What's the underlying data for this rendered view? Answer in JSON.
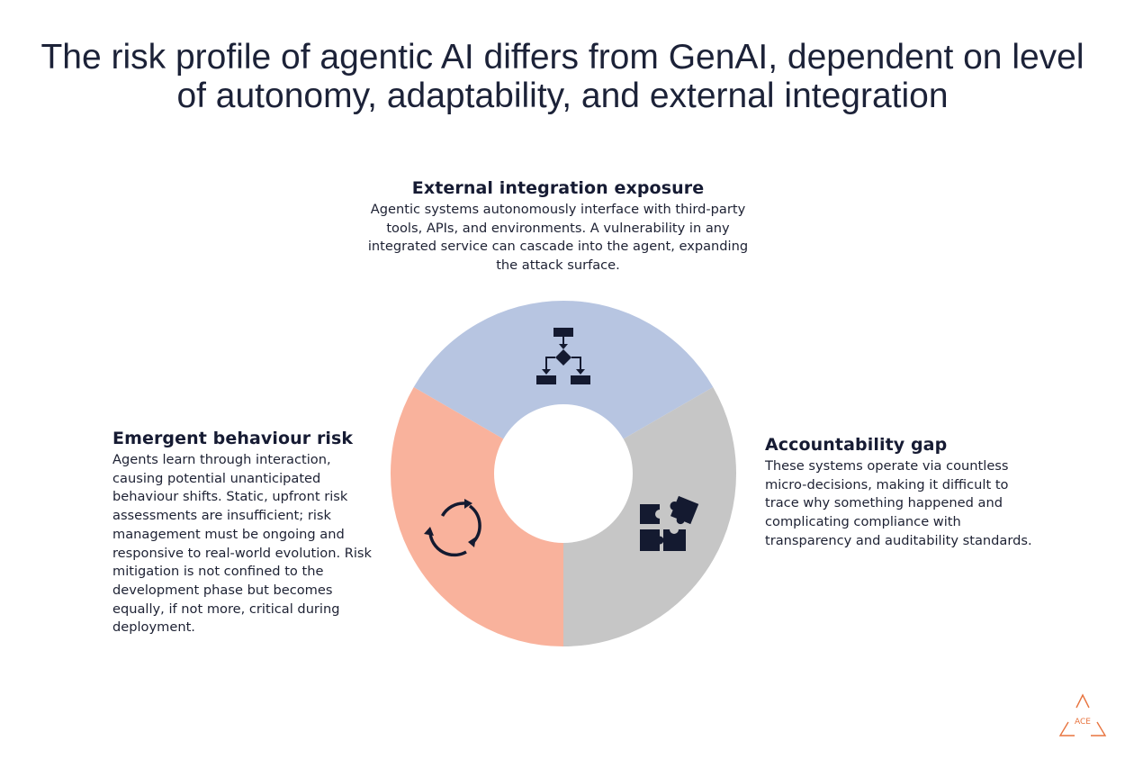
{
  "title": "The risk profile of agentic AI differs from GenAI, dependent on level of autonomy, adaptability, and external integration",
  "segments": [
    {
      "id": "external",
      "heading": "External integration exposure",
      "body": "Agentic systems autonomously interface with third-party tools, APIs, and environments. A vulnerability in any integrated service can cascade into the agent, expanding the attack surface.",
      "color": "#b7c5e1",
      "icon": "flowchart-icon"
    },
    {
      "id": "accountability",
      "heading": "Accountability gap",
      "body": "These systems operate via countless micro-decisions, making it difficult to trace why something happened and complicating compliance with transparency and auditability standards.",
      "color": "#c6c6c6",
      "icon": "puzzle-icon"
    },
    {
      "id": "emergent",
      "heading": "Emergent behaviour risk",
      "body": "Agents learn through interaction, causing potential unanticipated behaviour shifts. Static, upfront risk assessments are insufficient; risk management must be ongoing and responsive to real-world evolution. Risk mitigation is not confined to the development phase but becomes equally,  if not more, critical during deployment.",
      "color": "#f9b29c",
      "icon": "cycle-arrows-icon"
    }
  ],
  "logo": {
    "text": "ACE",
    "color": "#e8743f",
    "icon": "triangle-logo-icon"
  },
  "colors": {
    "icon_fill": "#141a30",
    "title": "#1c2238"
  }
}
